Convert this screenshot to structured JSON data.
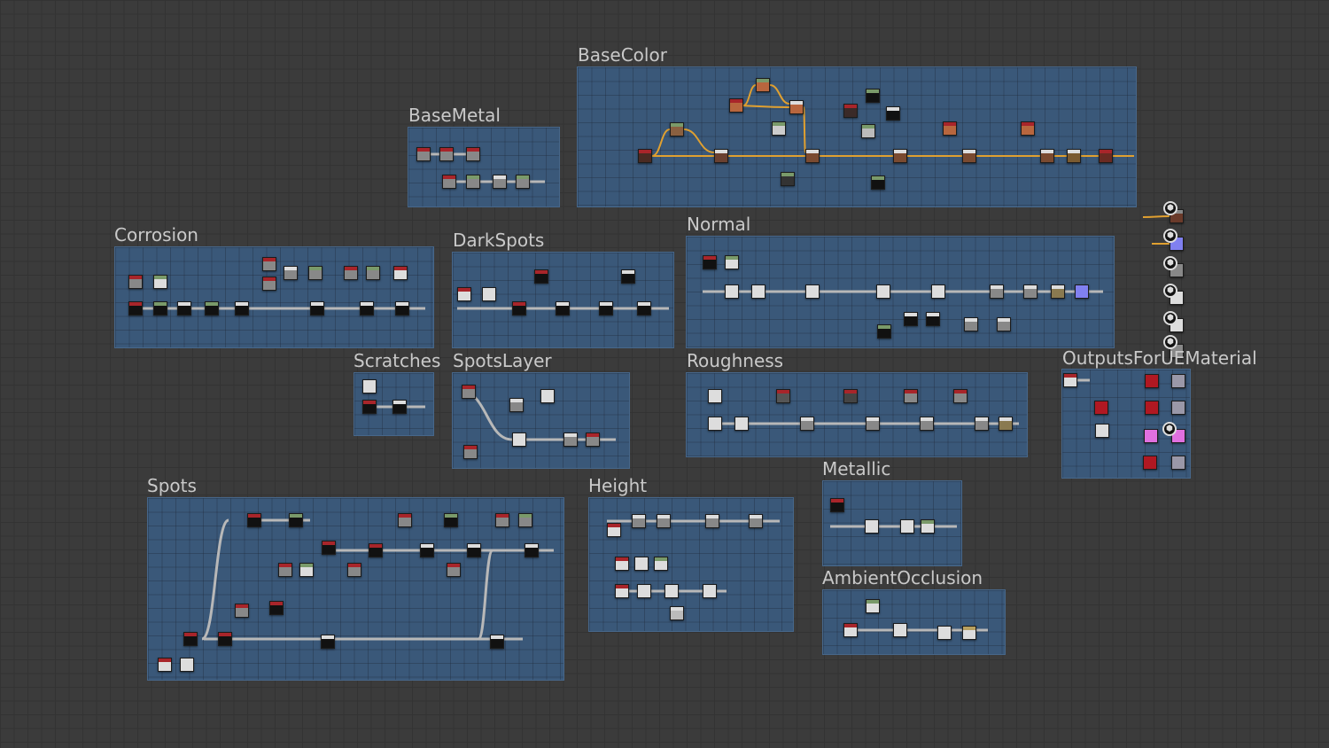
{
  "frames": [
    {
      "id": "basecolor",
      "title": "BaseColor"
    },
    {
      "id": "basemetal",
      "title": "BaseMetal"
    },
    {
      "id": "corrosion",
      "title": "Corrosion"
    },
    {
      "id": "darkspots",
      "title": "DarkSpots"
    },
    {
      "id": "normal",
      "title": "Normal"
    },
    {
      "id": "scratches",
      "title": "Scratches"
    },
    {
      "id": "spotslayer",
      "title": "SpotsLayer"
    },
    {
      "id": "roughness",
      "title": "Roughness"
    },
    {
      "id": "outputs",
      "title": "OutputsForUEMaterial"
    },
    {
      "id": "spots",
      "title": "Spots"
    },
    {
      "id": "height",
      "title": "Height"
    },
    {
      "id": "metallic",
      "title": "Metallic"
    },
    {
      "id": "ao",
      "title": "AmbientOcclusion"
    }
  ],
  "colors": {
    "canvas": "#3b3b3b",
    "frame": "#3a5879",
    "wire": "#b8b8b8",
    "color_wire": "#e0a030"
  }
}
